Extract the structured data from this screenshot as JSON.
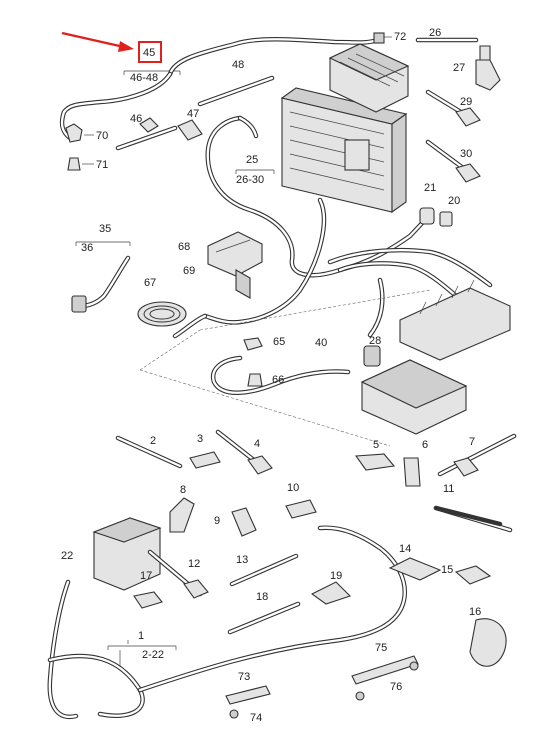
{
  "labels": {
    "l72": "72",
    "l26": "26",
    "l27": "27",
    "l48": "48",
    "l46_48": "46-48",
    "l70": "70",
    "l71": "71",
    "l46": "46",
    "l47": "47",
    "l29": "29",
    "l30": "30",
    "l25": "25",
    "l26_30": "26-30",
    "l21": "21",
    "l20": "20",
    "l35": "35",
    "l36": "36",
    "l68": "68",
    "l69": "69",
    "l67": "67",
    "l65": "65",
    "l40": "40",
    "l28": "28",
    "l66": "66",
    "l2": "2",
    "l3": "3",
    "l4": "4",
    "l5": "5",
    "l6": "6",
    "l7": "7",
    "l8": "8",
    "l9": "9",
    "l10": "10",
    "l11": "11",
    "l22": "22",
    "l12": "12",
    "l13": "13",
    "l14": "14",
    "l15": "15",
    "l17": "17",
    "l19": "19",
    "l18": "18",
    "l16": "16",
    "l1": "1",
    "l2_22": "2-22",
    "l75": "75",
    "l76": "76",
    "l73": "73",
    "l74": "74"
  },
  "highlight": {
    "label": "45",
    "color": "#e0201c"
  },
  "icons": [
    "red-pointer-arrow"
  ]
}
